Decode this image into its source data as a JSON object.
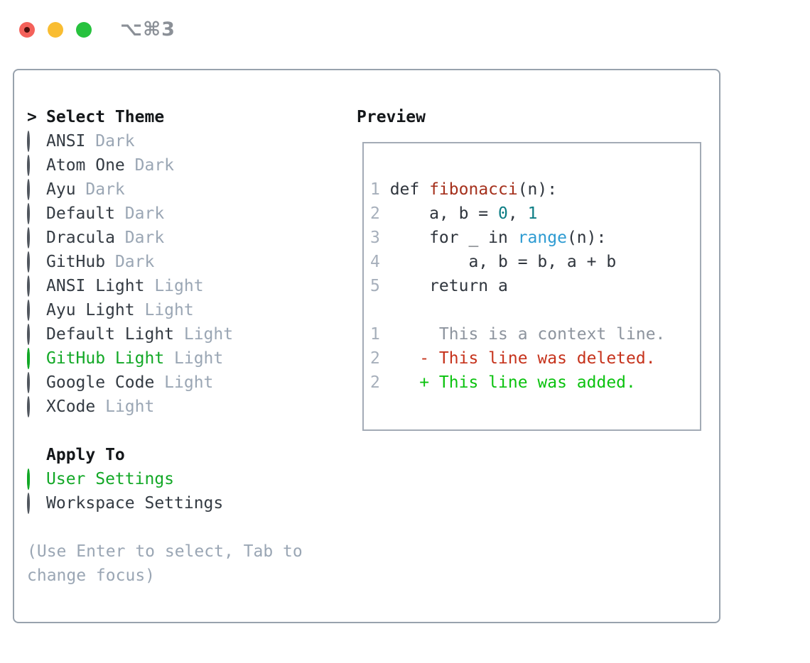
{
  "window": {
    "title": "⌥⌘3"
  },
  "colors": {
    "selection_green": "#12a826",
    "added_green": "#0bc20f",
    "deleted_red": "#c6331c",
    "function_red": "#a5301c",
    "builtin_blue": "#2d9bd2",
    "number_teal": "#0c7d84",
    "muted_gray": "#9aa6b4",
    "panel_border": "#98a2ad"
  },
  "theme_list": {
    "header_prefix": ">",
    "header": "Select Theme",
    "items": [
      {
        "name": "ANSI",
        "variant": "Dark",
        "selected": false
      },
      {
        "name": "Atom One",
        "variant": "Dark",
        "selected": false
      },
      {
        "name": "Ayu",
        "variant": "Dark",
        "selected": false
      },
      {
        "name": "Default",
        "variant": "Dark",
        "selected": false
      },
      {
        "name": "Dracula",
        "variant": "Dark",
        "selected": false
      },
      {
        "name": "GitHub",
        "variant": "Dark",
        "selected": false
      },
      {
        "name": "ANSI Light",
        "variant": "Light",
        "selected": false
      },
      {
        "name": "Ayu Light",
        "variant": "Light",
        "selected": false
      },
      {
        "name": "Default Light",
        "variant": "Light",
        "selected": false
      },
      {
        "name": "GitHub Light",
        "variant": "Light",
        "selected": true
      },
      {
        "name": "Google Code",
        "variant": "Light",
        "selected": false
      },
      {
        "name": "XCode",
        "variant": "Light",
        "selected": false
      }
    ]
  },
  "apply_to": {
    "header": "Apply To",
    "options": [
      {
        "label": "User Settings",
        "selected": true
      },
      {
        "label": "Workspace Settings",
        "selected": false
      }
    ]
  },
  "hint": "(Use Enter to select, Tab to change focus)",
  "preview": {
    "header": "Preview",
    "code_lines": [
      {
        "no": "1",
        "segments": [
          {
            "text": "def "
          },
          {
            "text": "fibonacci"
          },
          {
            "text": "(n):"
          }
        ]
      },
      {
        "no": "2",
        "segments": [
          {
            "text": "    a, b = "
          },
          {
            "text": "0"
          },
          {
            "text": ", "
          },
          {
            "text": "1"
          }
        ]
      },
      {
        "no": "3",
        "segments": [
          {
            "text": "    for _ in "
          },
          {
            "text": "range"
          },
          {
            "text": "(n):"
          }
        ]
      },
      {
        "no": "4",
        "segments": [
          {
            "text": "        a, b = b, a + b"
          }
        ]
      },
      {
        "no": "5",
        "segments": [
          {
            "text": "    return a"
          }
        ]
      }
    ],
    "diff_lines": [
      {
        "no": "1",
        "text": "     This is a context line."
      },
      {
        "no": "2",
        "text": "   - This line was deleted."
      },
      {
        "no": "2",
        "text": "   + This line was added."
      }
    ]
  }
}
